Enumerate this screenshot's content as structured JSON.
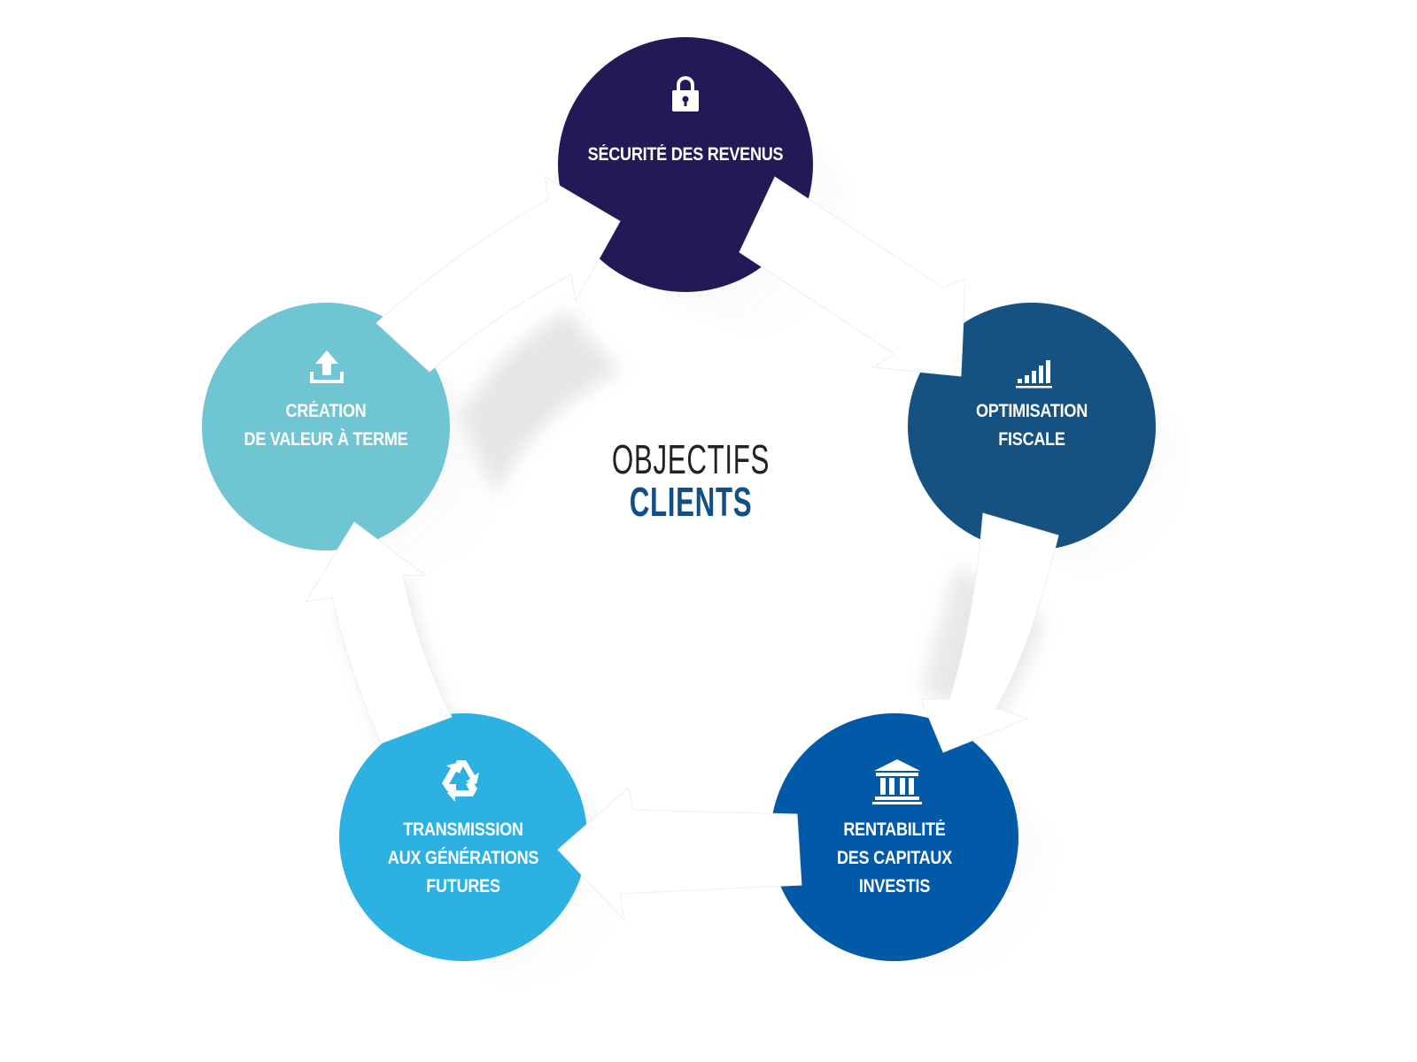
{
  "center": {
    "line1": "OBJECTIFS",
    "line2": "CLIENTS"
  },
  "nodes": [
    {
      "id": "securite",
      "lines": [
        "SÉCURITÉ DES REVENUS"
      ],
      "color": "#221a57",
      "icon": "lock-icon"
    },
    {
      "id": "optimisation",
      "lines": [
        "OPTIMISATION",
        "FISCALE"
      ],
      "color": "#155282",
      "icon": "bar-chart-icon"
    },
    {
      "id": "rentabilite",
      "lines": [
        "RENTABILITÉ",
        "DES CAPITAUX",
        "INVESTIS"
      ],
      "color": "#0159a8",
      "icon": "bank-icon"
    },
    {
      "id": "transmission",
      "lines": [
        "TRANSMISSION",
        "AUX GÉNÉRATIONS",
        "FUTURES"
      ],
      "color": "#2cb1e2",
      "icon": "recycle-icon"
    },
    {
      "id": "creation",
      "lines": [
        "CRÉATION",
        "DE VALEUR À TERME"
      ],
      "color": "#70c5d3",
      "icon": "upload-icon"
    }
  ]
}
